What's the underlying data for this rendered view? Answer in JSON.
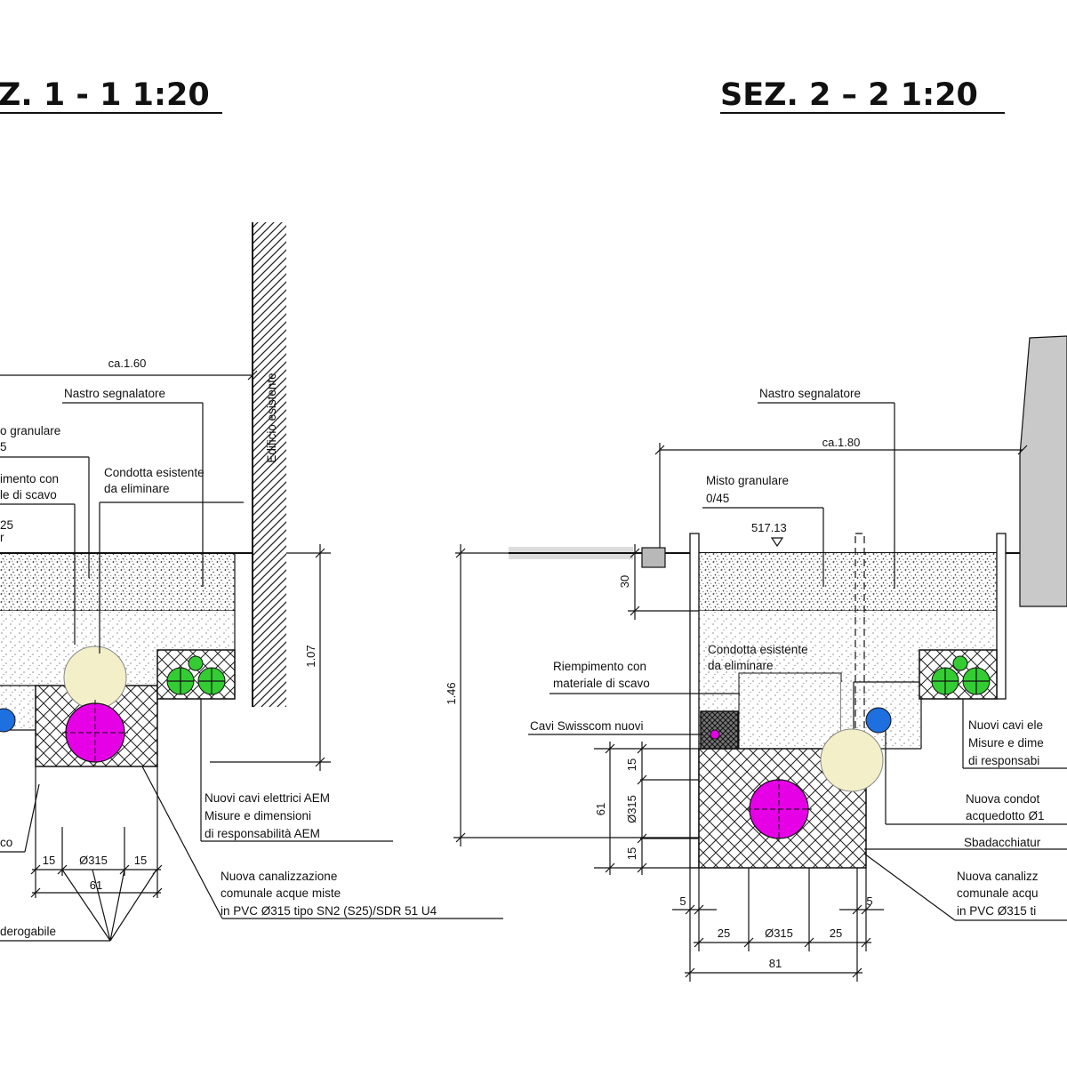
{
  "section1": {
    "title": "Z.  1 - 1  1:20",
    "dim_top": "ca.1.60",
    "wall_label": "Edificio esistente",
    "labels": {
      "nastro": "Nastro segnalatore",
      "misto_l1": "o granulare",
      "misto_l2": "5",
      "riempimento_l1": "imento con",
      "riempimento_l2": "le di scavo",
      "condotta_l1": "Condotta esistente",
      "condotta_l2": "da eliminare",
      "quota_l1": "25",
      "quota_l2": "r",
      "cavi_l1": "Nuovi cavi elettrici AEM",
      "cavi_l2": "Misure e dimensioni",
      "cavi_l3": "di responsabilità AEM",
      "canal_l1": "Nuova canalizzazione",
      "canal_l2": "comunale acque miste",
      "canal_l3": "in PVC Ø315  tipo SN2 (S25)/SDR 51  U4",
      "sbad": "co",
      "inder": "derogabile"
    },
    "dims": {
      "height": "1.07",
      "w15a": "15",
      "d315": "Ø315",
      "w15b": "15",
      "total": "61"
    }
  },
  "section2": {
    "title": "SEZ.  2 – 2  1:20",
    "dim_top": "ca.1.80",
    "labels": {
      "nastro": "Nastro segnalatore",
      "misto_l1": "Misto granulare",
      "misto_l2": "0/45",
      "quota": "517.13",
      "condotta_l1": "Condotta esistente",
      "condotta_l2": "da eliminare",
      "riempimento_l1": "Riempimento con",
      "riempimento_l2": "materiale di scavo",
      "swisscom": "Cavi Swisscom nuovi",
      "cavi_l1": "Nuovi cavi ele",
      "cavi_l2": "Misure e dime",
      "cavi_l3": "di responsabi",
      "acq_l1": "Nuova condot",
      "acq_l2": "acquedotto Ø1",
      "sbad": "Sbadacchiatur",
      "canal_l1": "Nuova canalizz",
      "canal_l2": "comunale acqu",
      "canal_l3": "in PVC Ø315  ti"
    },
    "dims": {
      "v30": "30",
      "v146": "1.46",
      "v61": "61",
      "v15a": "15",
      "vd315": "Ø315",
      "v15b": "15",
      "h5a": "5",
      "h5b": "5",
      "h25a": "25",
      "hd315": "Ø315",
      "h25b": "25",
      "total": "81"
    }
  },
  "colors": {
    "pipe_main": "#e600e6",
    "pipe_old": "#f3efc8",
    "pipe_water": "#1e6fe0",
    "cable_green": "#33cc33",
    "concrete": "#c9c9c9",
    "misto_fill": "#ececec"
  }
}
